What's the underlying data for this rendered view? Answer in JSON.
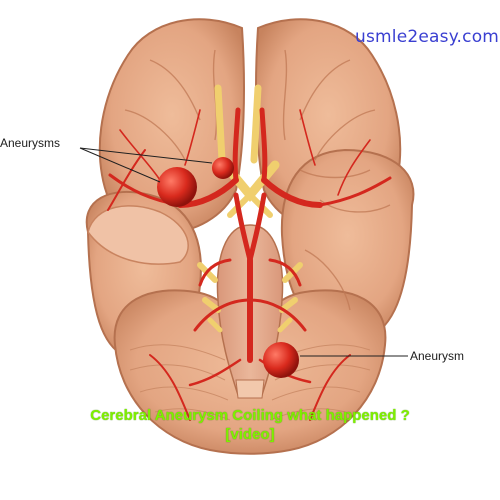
{
  "watermark": "usmle2easy.com",
  "labels": {
    "aneurysms_left": "Aneurysms",
    "aneurysm_right": "Aneurysm"
  },
  "caption": {
    "line1": "Cerebral Aneurysm Coiling what happened ?",
    "line2": "[video]"
  },
  "colors": {
    "brain_tissue": "#e3a582",
    "brain_shadow": "#c98460",
    "artery": "#d4281e",
    "nerve": "#f0cf6e",
    "caption_text": "#7ef000",
    "watermark_text": "#3a3fd1"
  }
}
